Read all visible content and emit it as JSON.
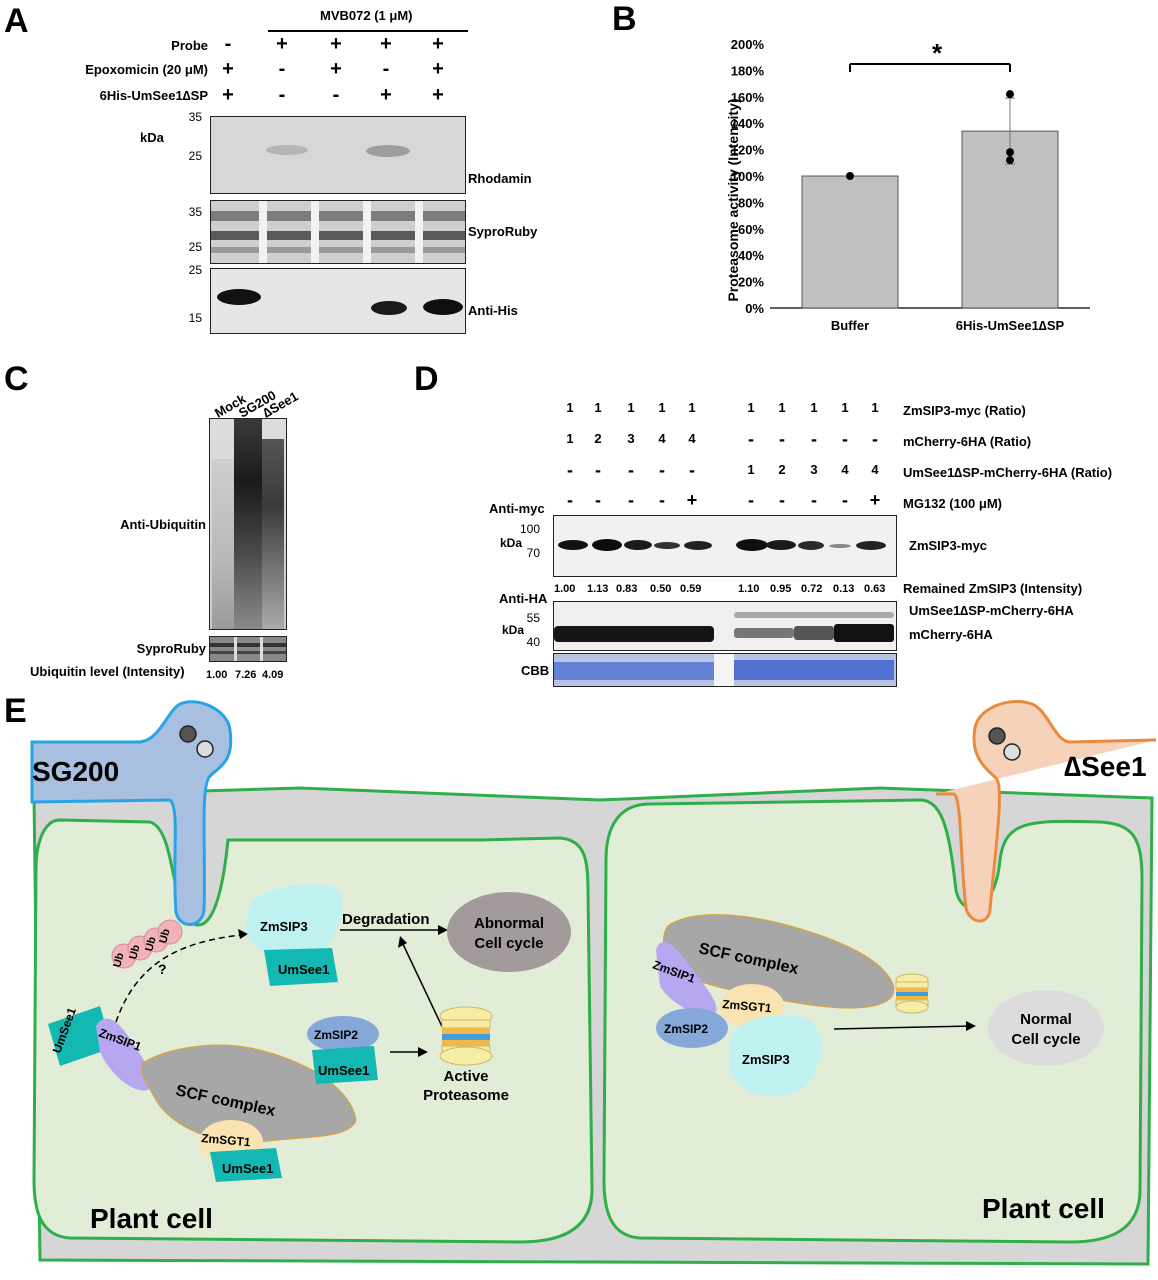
{
  "panel_labels": {
    "a": "A",
    "b": "B",
    "c": "C",
    "d": "D",
    "e": "E"
  },
  "panel_a": {
    "header": "MVB072 (1 μM)",
    "rows": [
      {
        "label": "Probe",
        "signs": [
          "-",
          "+",
          "+",
          "+",
          "+"
        ]
      },
      {
        "label": "Epoxomicin (20 μM)",
        "signs": [
          "+",
          "-",
          "+",
          "-",
          "+"
        ]
      },
      {
        "label": "6His-UmSee1∆SP",
        "signs": [
          "+",
          "-",
          "-",
          "+",
          "+"
        ]
      }
    ],
    "kda_label": "kDa",
    "rhodamin_markers": [
      "35",
      "25"
    ],
    "sypro_markers": [
      "35",
      "25"
    ],
    "his_markers": [
      "25",
      "15"
    ],
    "blot_labels": [
      "Rhodamin",
      "SyproRuby",
      "Anti-His"
    ]
  },
  "panel_b": {
    "significance": "*"
  },
  "chart_data": {
    "type": "bar",
    "categories": [
      "Buffer",
      "6His-UmSee1∆SP"
    ],
    "values": [
      100,
      134
    ],
    "error": [
      0,
      25
    ],
    "points": [
      [
        100
      ],
      [
        112,
        118,
        162
      ]
    ],
    "ylabel": "Proteasome activity (Intensity)",
    "ylim": [
      0,
      200
    ],
    "yticks": [
      "0%",
      "20%",
      "40%",
      "60%",
      "80%",
      "100%",
      "120%",
      "140%",
      "160%",
      "180%",
      "200%"
    ],
    "bar_color": "#c0c0c0"
  },
  "panel_c": {
    "lanes": [
      "Mock",
      "SG200",
      "∆See1"
    ],
    "blot_labels": [
      "Anti-Ubiquitin",
      "SyproRuby"
    ],
    "quant_label": "Ubiquitin level (Intensity)",
    "quant_values": [
      "1.00",
      "7.26",
      "4.09"
    ]
  },
  "panel_d": {
    "rows": [
      {
        "label": "ZmSIP3-myc (Ratio)",
        "values": [
          "1",
          "1",
          "1",
          "1",
          "1",
          "1",
          "1",
          "1",
          "1",
          "1"
        ]
      },
      {
        "label": "mCherry-6HA (Ratio)",
        "values": [
          "1",
          "2",
          "3",
          "4",
          "4",
          "-",
          "-",
          "-",
          "-",
          "-"
        ]
      },
      {
        "label": "UmSee1∆SP-mCherry-6HA (Ratio)",
        "values": [
          "-",
          "-",
          "-",
          "-",
          "-",
          "1",
          "2",
          "3",
          "4",
          "4"
        ]
      },
      {
        "label": "MG132 (100 μM)",
        "values": [
          "-",
          "-",
          "-",
          "-",
          "+",
          "-",
          "-",
          "-",
          "-",
          "+"
        ]
      }
    ],
    "anti_myc": "Anti-myc",
    "anti_ha": "Anti-HA",
    "kda_label": "kDa",
    "myc_markers": [
      "100",
      "70"
    ],
    "ha_markers": [
      "55",
      "40"
    ],
    "myc_band_label": "ZmSIP3-myc",
    "remained_label": "Remained ZmSIP3 (Intensity)",
    "remained_values": [
      "1.00",
      "1.13",
      "0.83",
      "0.50",
      "0.59",
      "1.10",
      "0.95",
      "0.72",
      "0.13",
      "0.63"
    ],
    "ha_band_labels": [
      "UmSee1∆SP-mCherry-6HA",
      "mCherry-6HA"
    ],
    "cbb_label": "CBB"
  },
  "panel_e": {
    "left_strain": "SG200",
    "right_strain": "∆See1",
    "left_cell_label": "Plant cell",
    "right_cell_label": "Plant cell",
    "ub_labels": [
      "Ub",
      "Ub",
      "Ub",
      "Ub"
    ],
    "question": "?",
    "zmsip3": "ZmSIP3",
    "umsee1": "UmSee1",
    "degradation": "Degradation",
    "abnormal": [
      "Abnormal",
      "Cell cycle"
    ],
    "zmsip1": "ZmSIP1",
    "scf": "SCF complex",
    "zmsgt1": "ZmSGT1",
    "zmsip2": "ZmSIP2",
    "active_proteasome": [
      "Active",
      "Proteasome"
    ],
    "normal": [
      "Normal",
      "Cell cycle"
    ],
    "colors": {
      "plant_bg": "#e2edd8",
      "wall": "#2fae4a",
      "tissue": "#d6d6d6",
      "sg200_fungus": "#a9bfe0",
      "sg200_edge": "#27a4e6",
      "see1_fungus": "#f6d2ba",
      "see1_edge": "#e98a3c",
      "umsee1": "#13b8b2",
      "zmsip3": "#bff1f1",
      "scf": "#a7a7a7",
      "zmsgt1": "#f9e3b0",
      "zmsip1": "#b7a6f0",
      "zmsip2": "#86a8d8",
      "ub": "#f1b3b6",
      "abnormal": "#a39b9b",
      "normal": "#dcdcdc"
    }
  }
}
